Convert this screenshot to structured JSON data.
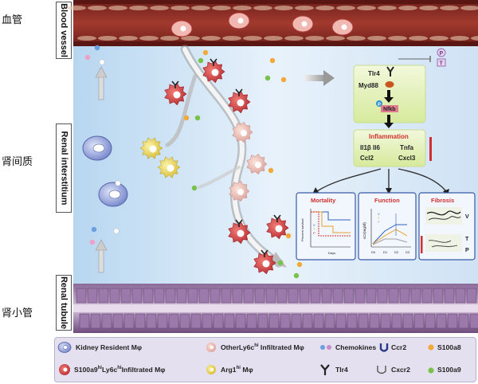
{
  "labels_cn": {
    "blood": "血管",
    "interstitium": "肾间质",
    "tubule": "肾小管"
  },
  "labels_en": {
    "blood": "Blood vessel",
    "interstitium": "Renal interstitium",
    "tubule": "Renal tubule"
  },
  "pathway": {
    "tlr4": "Tlr4",
    "myd88": "Myd88",
    "nfkb": "Nfkb",
    "p": "P",
    "t": "T",
    "inflammation_title": "Inflammation",
    "cytokines": [
      "Il1β Il6",
      "Tnfa",
      "Ccl2",
      "Cxcl3"
    ]
  },
  "panels": {
    "mortality": {
      "title": "Mortality",
      "ylabel": "Percent survival",
      "xlabel": "Days",
      "legend": [
        "V",
        "T",
        "P"
      ]
    },
    "function": {
      "title": "Function",
      "ylabel": "sCr(mg/dl)",
      "xticks": [
        "D0",
        "D1",
        "D2",
        "D3"
      ],
      "legend": [
        "V",
        "T",
        "P"
      ]
    },
    "fibrosis": {
      "title": "Fibrosis",
      "labels": [
        "V",
        "T",
        "P"
      ]
    }
  },
  "legend": {
    "kidney_resident": "Kidney Resident Mφ",
    "other_ly6c_a": "Other",
    "other_ly6c_b": "Ly6c",
    "other_ly6c_sup": "hi",
    "other_ly6c_c": " Infiltrated Mφ",
    "chemokines": "Chemokines",
    "ccr2": "Ccr2",
    "s100a8": "S100a8",
    "s100a9_a": "S100a9",
    "s100a9_sup1": "hi",
    "s100a9_b": "Ly6c",
    "s100a9_sup2": "hi",
    "s100a9_c": "Infiltrated Mφ",
    "arg1_a": "Arg1",
    "arg1_sup": "hi",
    "arg1_b": " Mφ",
    "tlr4": "Tlr4",
    "cxcr2": "Cxcr2",
    "s100a9": "S100a9"
  },
  "colors": {
    "vessel": "#8b2a22",
    "interstitium": "#cfe4f5",
    "tubule": "#6e4d7e",
    "red_mphi": "#c8393e",
    "pink_mphi": "#e8b0a8",
    "blue_mphi": "#7d8fd0",
    "yellow_mphi": "#e9d44c",
    "inflammation_red": "#d03030"
  },
  "icons": [
    "blood-vessel",
    "macrophage",
    "chemokine-dot",
    "ccr2-receptor",
    "tlr4-receptor",
    "cxcr2-receptor",
    "s100a8-dot",
    "s100a9-dot"
  ]
}
